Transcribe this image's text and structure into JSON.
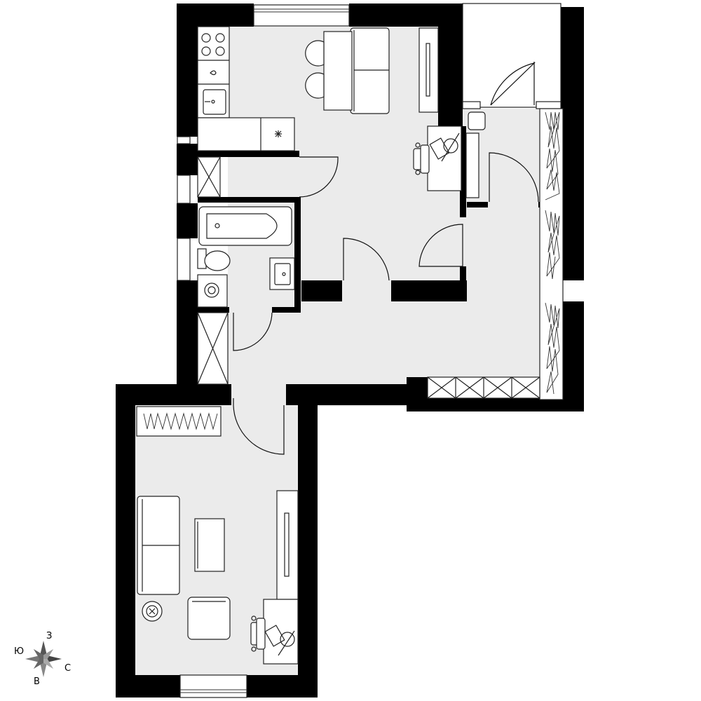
{
  "compass": {
    "north": "З",
    "east": "С",
    "south": "В",
    "west": "Ю"
  },
  "colors": {
    "wall": "#000000",
    "floor": "#ebebeb",
    "fixture_fill": "#ffffff",
    "line": "#222222"
  },
  "rooms": [
    "kitchen",
    "hallway",
    "bathroom",
    "storage",
    "balcony",
    "living-room"
  ],
  "icons": [
    "compass-star-icon",
    "snowflake-icon"
  ]
}
